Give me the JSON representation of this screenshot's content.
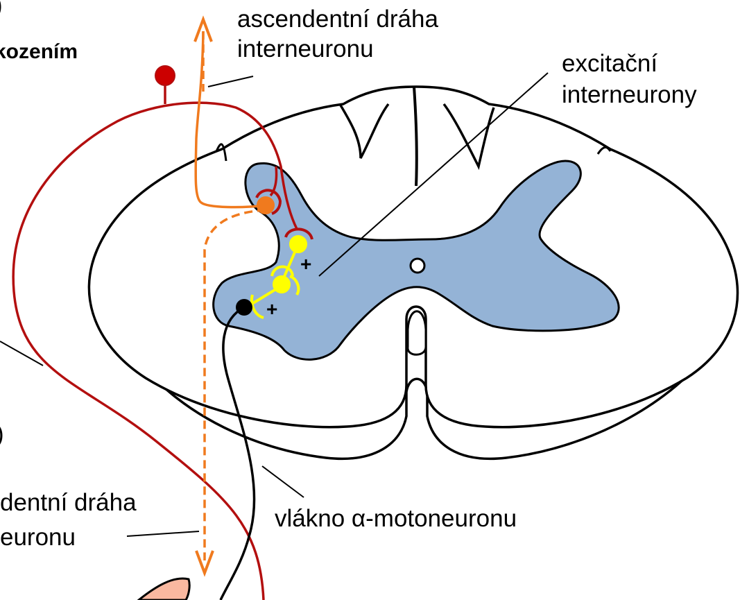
{
  "labels": {
    "top_left_fragment": ")",
    "top_left_bold": "kozením",
    "ascending_line1": "ascendentní dráha",
    "ascending_line2": "interneuronu",
    "excitatory_line1": "excitační",
    "excitatory_line2": "interneurony",
    "left_mid_fragment": ")",
    "descending_line1": "dentní dráha",
    "descending_line2": "euronu",
    "motoneuron_fiber": "vlákno α-motoneuronu",
    "plus_1": "+",
    "plus_2": "+"
  },
  "colors": {
    "grey_matter": "#94b3d6",
    "afferent_fiber": "#b30f0f",
    "afferent_bulb": "#cc0000",
    "interneuron_orange": "#f07a1e",
    "excitatory_interneuron": "#ffff00",
    "motoneuron": "#000000",
    "muscle": "#f9b8a0",
    "outline": "#000000"
  }
}
